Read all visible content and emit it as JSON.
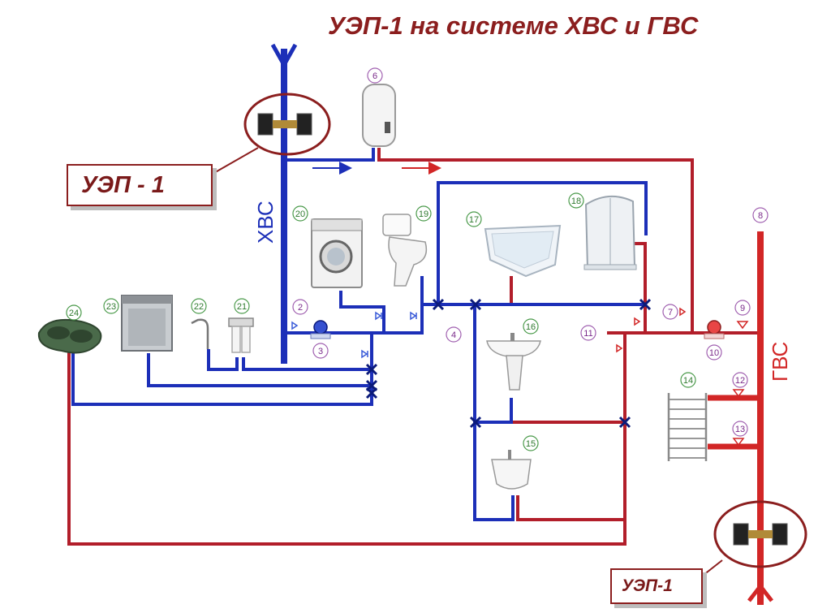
{
  "title": "УЭП-1 на системе ХВС и ГВС",
  "callouts": {
    "left": "УЭП - 1",
    "right": "УЭП-1"
  },
  "pipe_labels": {
    "cold": "ХВС",
    "hot": "ГВС"
  },
  "colors": {
    "cold": "#1c2fb8",
    "hot": "#d22626",
    "outline": "#8b1e1e",
    "valve": "#0b1a7a"
  },
  "markers": {
    "m2": "2",
    "m3": "3",
    "m4": "4",
    "m6": "6",
    "m7": "7",
    "m8": "8",
    "m9": "9",
    "m10": "10",
    "m11": "11",
    "m12": "12",
    "m13": "13",
    "m14": "14",
    "m15": "15",
    "m16": "16",
    "m17": "17",
    "m18": "18",
    "m19": "19",
    "m20": "20",
    "m21": "21",
    "m22": "22",
    "m23": "23",
    "m24": "24"
  },
  "devices": [
    {
      "id": "boiler",
      "icon": "water-heater-icon"
    },
    {
      "id": "washer",
      "icon": "washing-machine-icon"
    },
    {
      "id": "toilet",
      "icon": "toilet-icon"
    },
    {
      "id": "bathtub",
      "icon": "bathtub-icon"
    },
    {
      "id": "shower",
      "icon": "shower-cabin-icon"
    },
    {
      "id": "washbasin",
      "icon": "washbasin-icon"
    },
    {
      "id": "bidet",
      "icon": "bidet-icon"
    },
    {
      "id": "towel-rail",
      "icon": "towel-rail-icon"
    },
    {
      "id": "dishwasher",
      "icon": "dishwasher-icon"
    },
    {
      "id": "faucet",
      "icon": "faucet-icon"
    },
    {
      "id": "filter",
      "icon": "water-filter-icon"
    },
    {
      "id": "sink",
      "icon": "kitchen-sink-icon"
    }
  ]
}
